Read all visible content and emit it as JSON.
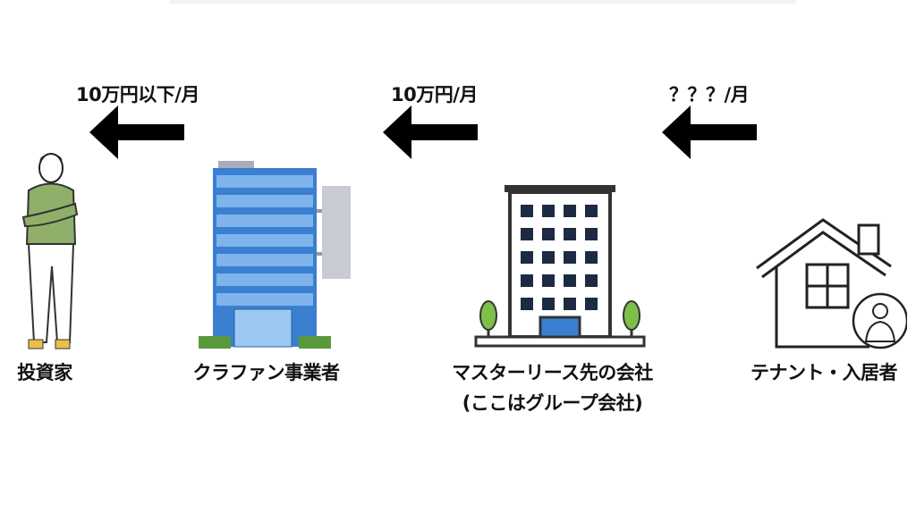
{
  "flows": [
    {
      "amount": "10万円以下/月"
    },
    {
      "amount": "10万円/月"
    },
    {
      "amount": "？？？/月"
    }
  ],
  "parties": [
    {
      "name": "投資家"
    },
    {
      "name": "クラファン事業者"
    },
    {
      "name": "マスターリース先の会社",
      "note": "(ここはグループ会社)"
    },
    {
      "name": "テナント・入居者"
    }
  ],
  "colors": {
    "arrow": "#000000",
    "office_blue": "#3b7fd0",
    "tree_green": "#7cc04b"
  }
}
